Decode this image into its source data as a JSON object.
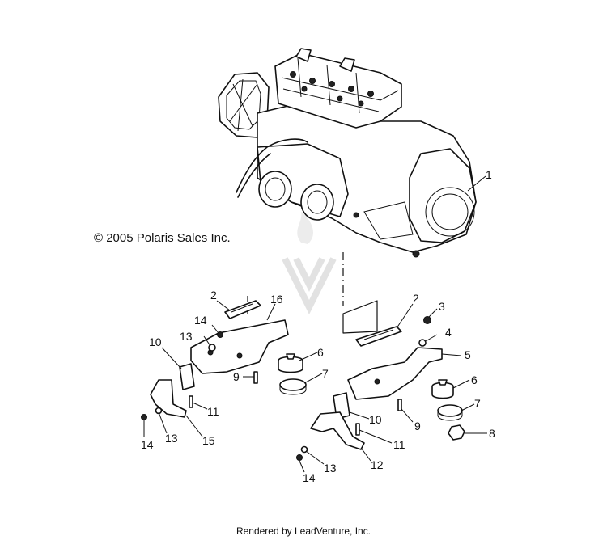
{
  "copyright": "© 2005 Polaris Sales Inc.",
  "footer": "Rendered by LeadVenture, Inc.",
  "callouts": [
    {
      "id": "c1",
      "label": "1"
    },
    {
      "id": "c2a",
      "label": "2"
    },
    {
      "id": "c2b",
      "label": "2"
    },
    {
      "id": "c3",
      "label": "3"
    },
    {
      "id": "c4",
      "label": "4"
    },
    {
      "id": "c5",
      "label": "5"
    },
    {
      "id": "c6a",
      "label": "6"
    },
    {
      "id": "c6b",
      "label": "6"
    },
    {
      "id": "c7a",
      "label": "7"
    },
    {
      "id": "c7b",
      "label": "7"
    },
    {
      "id": "c8",
      "label": "8"
    },
    {
      "id": "c9a",
      "label": "9"
    },
    {
      "id": "c9b",
      "label": "9"
    },
    {
      "id": "c10a",
      "label": "10"
    },
    {
      "id": "c10b",
      "label": "10"
    },
    {
      "id": "c11a",
      "label": "11"
    },
    {
      "id": "c11b",
      "label": "11"
    },
    {
      "id": "c12",
      "label": "12"
    },
    {
      "id": "c13a",
      "label": "13"
    },
    {
      "id": "c13b",
      "label": "13"
    },
    {
      "id": "c13c",
      "label": "13"
    },
    {
      "id": "c14a",
      "label": "14"
    },
    {
      "id": "c14b",
      "label": "14"
    },
    {
      "id": "c14c",
      "label": "14"
    },
    {
      "id": "c15",
      "label": "15"
    },
    {
      "id": "c16",
      "label": "16"
    }
  ]
}
